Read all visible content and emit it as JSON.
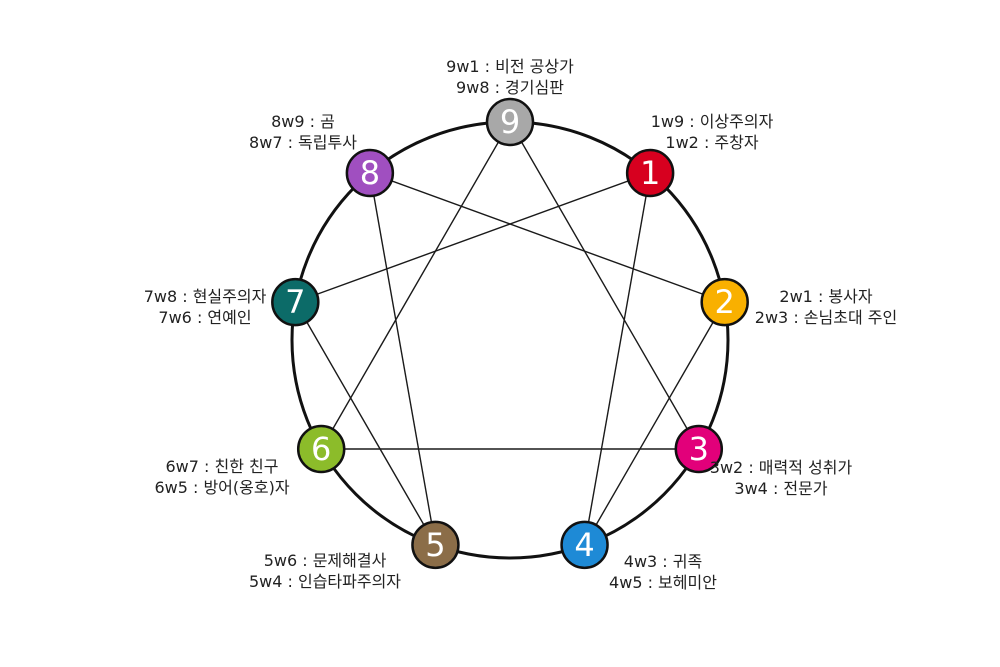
{
  "types": [
    {
      "id": "1",
      "color": "#d7001f",
      "wings": [
        "1w9 : 이상주의자",
        "1w2 : 주창자"
      ]
    },
    {
      "id": "2",
      "color": "#f9b000",
      "wings": [
        "2w1 : 봉사자",
        "2w3 : 손님초대 주인"
      ]
    },
    {
      "id": "3",
      "color": "#e2007a",
      "wings": [
        "3w2 : 매력적 성취가",
        "3w4 : 전문가"
      ]
    },
    {
      "id": "4",
      "color": "#1e8ad6",
      "wings": [
        "4w3 : 귀족",
        "4w5 : 보헤미안"
      ]
    },
    {
      "id": "5",
      "color": "#8b6d48",
      "wings": [
        "5w6 : 문제해결사",
        "5w4 : 인습타파주의자"
      ]
    },
    {
      "id": "6",
      "color": "#8cbc2a",
      "wings": [
        "6w7 : 친한 친구",
        "6w5 : 방어(옹호)자"
      ]
    },
    {
      "id": "7",
      "color": "#0c6b68",
      "wings": [
        "7w8 : 현실주의자",
        "7w6 : 연예인"
      ]
    },
    {
      "id": "8",
      "color": "#a04fc0",
      "wings": [
        "8w9 : 곰",
        "8w7 : 독립투사"
      ]
    },
    {
      "id": "9",
      "color": "#a8a8a8",
      "wings": [
        "9w1 : 비전 공상가",
        "9w8 : 경기심판"
      ]
    }
  ],
  "connections": [
    [
      1,
      4
    ],
    [
      4,
      2
    ],
    [
      2,
      8
    ],
    [
      8,
      5
    ],
    [
      5,
      7
    ],
    [
      7,
      1
    ],
    [
      9,
      3
    ],
    [
      3,
      6
    ],
    [
      6,
      9
    ]
  ]
}
